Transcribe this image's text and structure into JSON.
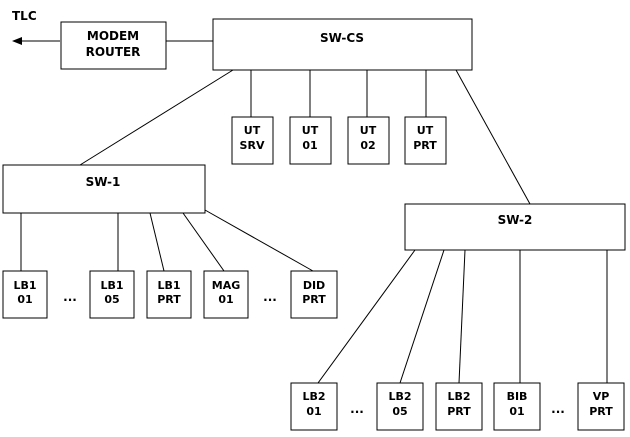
{
  "tlc_label": "TLC",
  "modem": {
    "line1": "MODEM",
    "line2": "ROUTER"
  },
  "switches": {
    "core": "SW-CS",
    "sw1": "SW-1",
    "sw2": "SW-2"
  },
  "core_devices": [
    {
      "line1": "UT",
      "line2": "SRV"
    },
    {
      "line1": "UT",
      "line2": "01"
    },
    {
      "line1": "UT",
      "line2": "02"
    },
    {
      "line1": "UT",
      "line2": "PRT"
    }
  ],
  "sw1_devices": [
    {
      "line1": "LB1",
      "line2": "01"
    },
    {
      "line1": "LB1",
      "line2": "05"
    },
    {
      "line1": "LB1",
      "line2": "PRT"
    },
    {
      "line1": "MAG",
      "line2": "01"
    },
    {
      "line1": "DID",
      "line2": "PRT"
    }
  ],
  "sw2_devices": [
    {
      "line1": "LB2",
      "line2": "01"
    },
    {
      "line1": "LB2",
      "line2": "05"
    },
    {
      "line1": "LB2",
      "line2": "PRT"
    },
    {
      "line1": "BIB",
      "line2": "01"
    },
    {
      "line1": "VP",
      "line2": "PRT"
    }
  ],
  "ellipsis": "..."
}
